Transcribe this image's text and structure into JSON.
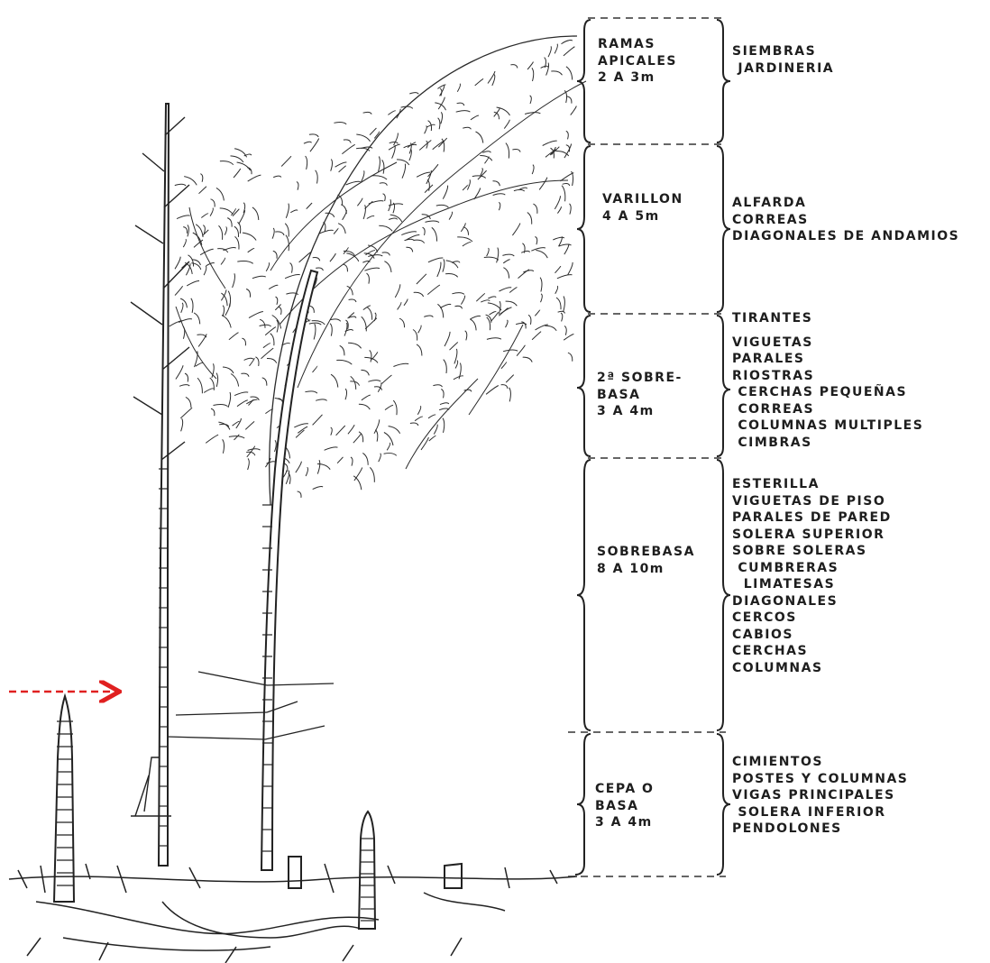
{
  "colors": {
    "ink": "#1e1e1e",
    "arrow": "#e02020"
  },
  "sections": [
    {
      "name_lines": [
        "RAMAS",
        "APICALES",
        "2 A 3m"
      ],
      "uses": [
        "SIEMBRAS",
        " JARDINERIA"
      ]
    },
    {
      "name_lines": [
        "VARILLON",
        "4 A 5m"
      ],
      "uses": [
        "ALFARDA",
        "CORREAS",
        "DIAGONALES DE ANDAMIOS"
      ]
    },
    {
      "name_lines": [
        "2ª SOBRE-",
        "BASA",
        "3 A 4m"
      ],
      "uses": [
        "TIRANTES",
        "VIGUETAS",
        "PARALES",
        "RIOSTRAS",
        " CERCHAS PEQUEÑAS",
        " CORREAS",
        " COLUMNAS MULTIPLES",
        " CIMBRAS"
      ]
    },
    {
      "name_lines": [
        "SOBREBASA",
        "8 A 10m"
      ],
      "uses": [
        "ESTERILLA",
        "VIGUETAS DE PISO",
        "PARALES DE PARED",
        "SOLERA SUPERIOR",
        "SOBRE SOLERAS",
        " CUMBRERAS",
        "  LIMATESAS",
        "DIAGONALES",
        "CERCOS",
        "CABIOS",
        "CERCHAS",
        "COLUMNAS"
      ]
    },
    {
      "name_lines": [
        "CEPA O",
        "BASA",
        "3 A 4m"
      ],
      "uses": [
        "CIMIENTOS",
        "POSTES Y COLUMNAS",
        "VIGAS PRINCIPALES",
        " SOLERA INFERIOR",
        "PENDOLONES"
      ]
    }
  ]
}
